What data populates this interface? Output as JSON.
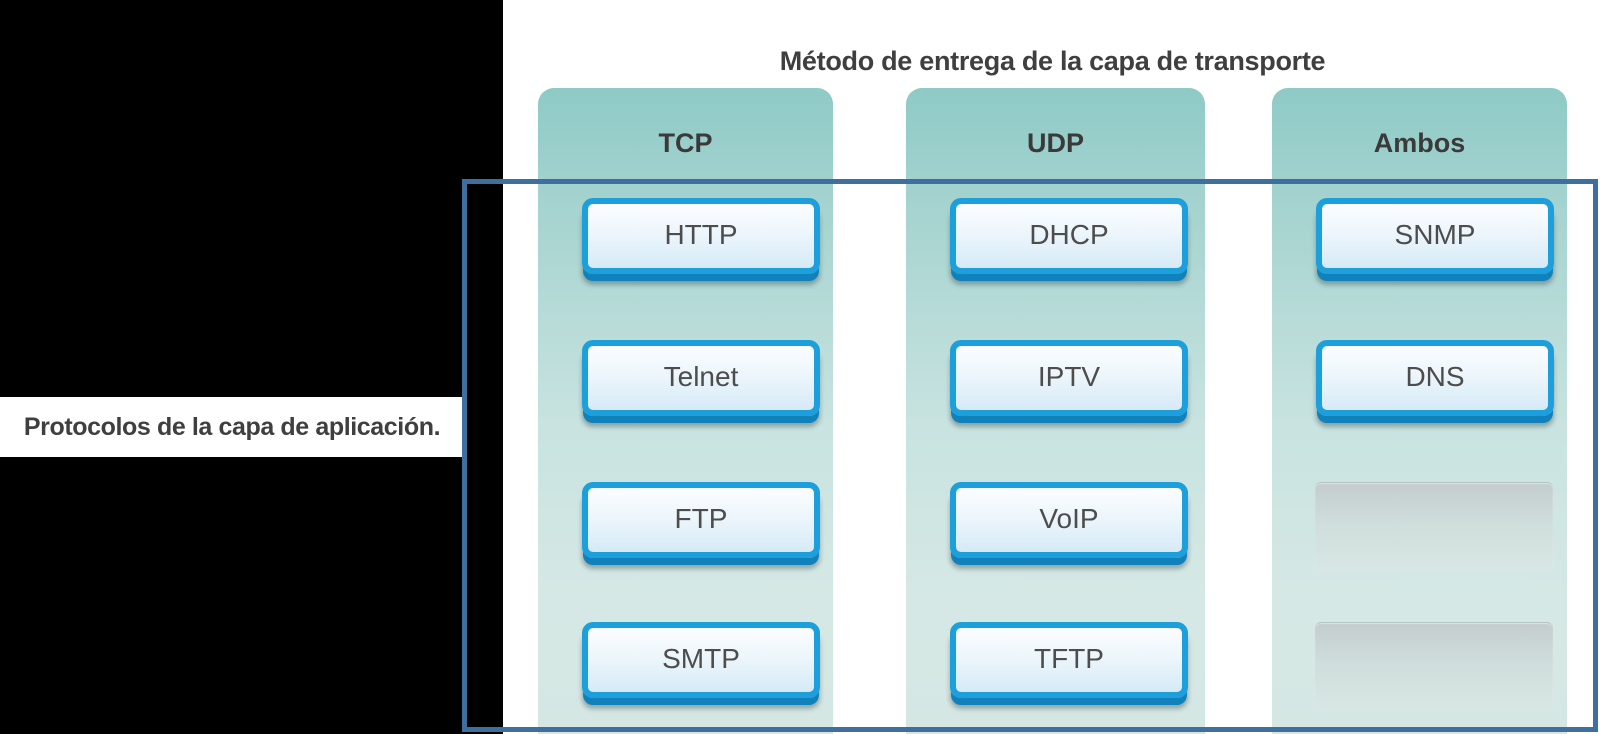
{
  "title": "Método de entrega de la capa de transporte",
  "side_label": "Protocolos de la capa de aplicación.",
  "columns": [
    {
      "header": "TCP",
      "protocols": [
        "HTTP",
        "Telnet",
        "FTP",
        "SMTP"
      ]
    },
    {
      "header": "UDP",
      "protocols": [
        "DHCP",
        "IPTV",
        "VoIP",
        "TFTP"
      ]
    },
    {
      "header": "Ambos",
      "protocols": [
        "SNMP",
        "DNS"
      ],
      "empty_slots": 2
    }
  ],
  "colors": {
    "background": "#000000",
    "panel": "#ffffff",
    "column_teal_top": "#8ecac6",
    "column_teal_bottom": "#d5e7e3",
    "chip_border_blue": "#1d9fdb",
    "chip_shadow_blue": "#1181bb",
    "chip_fill_bottom": "#d5eaf6",
    "outline_blue": "#3e6f9e",
    "empty_slot_gray": "#c3cdcd",
    "text_dark": "#3f3f3f"
  }
}
